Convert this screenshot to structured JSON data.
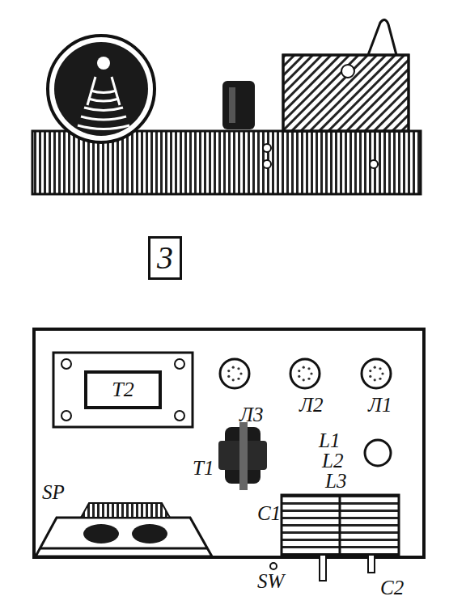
{
  "diagram": {
    "nodes": [
      {
        "text": [
          "3"
        ]
      },
      {
        "text": [
          "T2"
        ]
      }
    ],
    "labels": [
      "SP",
      "Л3",
      "Л2",
      "Л1",
      "T1",
      "L1",
      "L2",
      "L3",
      "C1",
      "SW",
      "C2"
    ]
  }
}
